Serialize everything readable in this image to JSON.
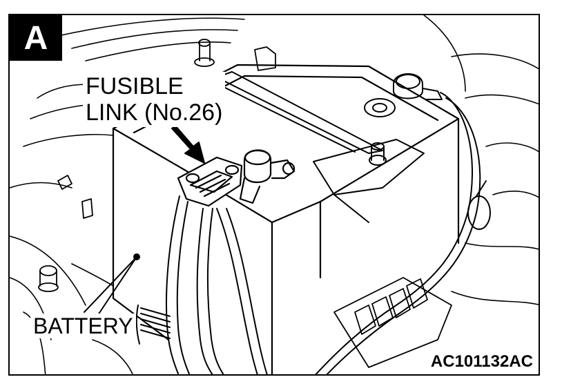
{
  "figure": {
    "panel_letter": "A",
    "label_fusible_line1": "FUSIBLE",
    "label_fusible_line2": "LINK (No.26)",
    "label_battery": "BATTERY",
    "figure_code": "AC101132AC"
  },
  "colors": {
    "line": "#000000",
    "background": "#ffffff"
  }
}
